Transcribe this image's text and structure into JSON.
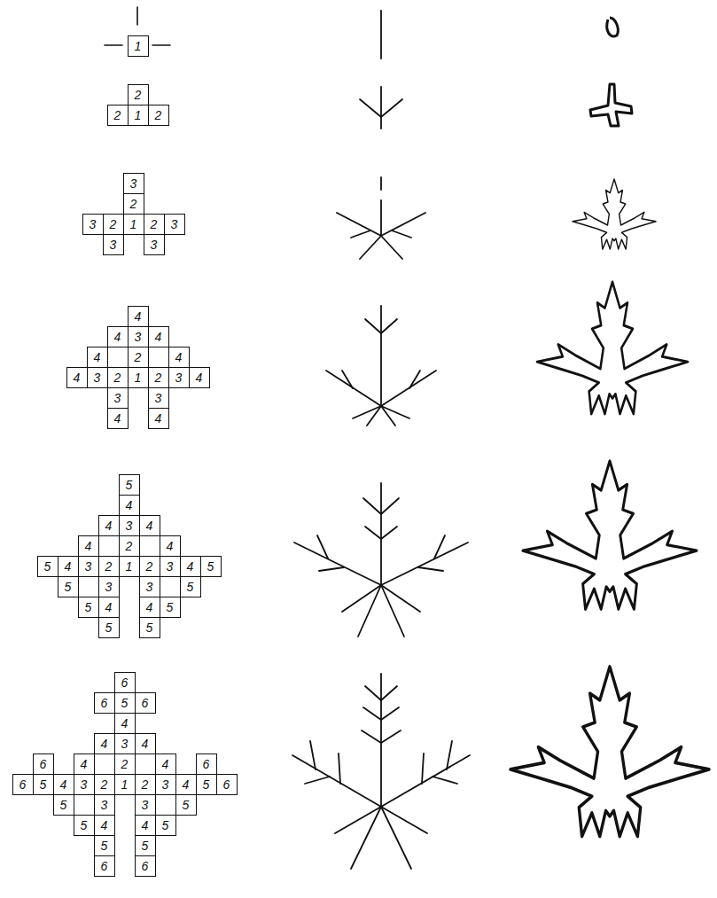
{
  "diagram": {
    "nodes": [
      {
        "text": [
          "1"
        ]
      },
      {
        "text": [
          "2"
        ]
      },
      {
        "text": [
          "2"
        ]
      },
      {
        "text": [
          "1"
        ]
      },
      {
        "text": [
          "2"
        ]
      },
      {
        "text": [
          "3"
        ]
      },
      {
        "text": [
          "2"
        ]
      },
      {
        "text": [
          "3"
        ]
      },
      {
        "text": [
          "2"
        ]
      },
      {
        "text": [
          "1"
        ]
      },
      {
        "text": [
          "2"
        ]
      },
      {
        "text": [
          "3"
        ]
      },
      {
        "text": [
          "3"
        ]
      },
      {
        "text": [
          "3"
        ]
      },
      {
        "text": [
          "4"
        ]
      },
      {
        "text": [
          "4"
        ]
      },
      {
        "text": [
          "3"
        ]
      },
      {
        "text": [
          "4"
        ]
      },
      {
        "text": [
          "4"
        ]
      },
      {
        "text": [
          "2"
        ]
      },
      {
        "text": [
          "4"
        ]
      },
      {
        "text": [
          "4"
        ]
      },
      {
        "text": [
          "3"
        ]
      },
      {
        "text": [
          "2"
        ]
      },
      {
        "text": [
          "1"
        ]
      },
      {
        "text": [
          "2"
        ]
      },
      {
        "text": [
          "3"
        ]
      },
      {
        "text": [
          "4"
        ]
      },
      {
        "text": [
          "3"
        ]
      },
      {
        "text": [
          "3"
        ]
      },
      {
        "text": [
          "4"
        ]
      },
      {
        "text": [
          "4"
        ]
      },
      {
        "text": [
          "5"
        ]
      },
      {
        "text": [
          "4"
        ]
      },
      {
        "text": [
          "4"
        ]
      },
      {
        "text": [
          "3"
        ]
      },
      {
        "text": [
          "4"
        ]
      },
      {
        "text": [
          "4"
        ]
      },
      {
        "text": [
          "2"
        ]
      },
      {
        "text": [
          "4"
        ]
      },
      {
        "text": [
          "5"
        ]
      },
      {
        "text": [
          "4"
        ]
      },
      {
        "text": [
          "3"
        ]
      },
      {
        "text": [
          "2"
        ]
      },
      {
        "text": [
          "1"
        ]
      },
      {
        "text": [
          "2"
        ]
      },
      {
        "text": [
          "3"
        ]
      },
      {
        "text": [
          "4"
        ]
      },
      {
        "text": [
          "5"
        ]
      },
      {
        "text": [
          "5"
        ]
      },
      {
        "text": [
          "3"
        ]
      },
      {
        "text": [
          "3"
        ]
      },
      {
        "text": [
          "5"
        ]
      },
      {
        "text": [
          "5"
        ]
      },
      {
        "text": [
          "4"
        ]
      },
      {
        "text": [
          "4"
        ]
      },
      {
        "text": [
          "5"
        ]
      },
      {
        "text": [
          "5"
        ]
      },
      {
        "text": [
          "5"
        ]
      },
      {
        "text": [
          "6"
        ]
      },
      {
        "text": [
          "6"
        ]
      },
      {
        "text": [
          "5"
        ]
      },
      {
        "text": [
          "6"
        ]
      },
      {
        "text": [
          "4"
        ]
      },
      {
        "text": [
          "4"
        ]
      },
      {
        "text": [
          "3"
        ]
      },
      {
        "text": [
          "4"
        ]
      },
      {
        "text": [
          "6"
        ]
      },
      {
        "text": [
          "4"
        ]
      },
      {
        "text": [
          "2"
        ]
      },
      {
        "text": [
          "4"
        ]
      },
      {
        "text": [
          "6"
        ]
      },
      {
        "text": [
          "6"
        ]
      },
      {
        "text": [
          "5"
        ]
      },
      {
        "text": [
          "4"
        ]
      },
      {
        "text": [
          "3"
        ]
      },
      {
        "text": [
          "2"
        ]
      },
      {
        "text": [
          "1"
        ]
      },
      {
        "text": [
          "2"
        ]
      },
      {
        "text": [
          "3"
        ]
      },
      {
        "text": [
          "4"
        ]
      },
      {
        "text": [
          "5"
        ]
      },
      {
        "text": [
          "6"
        ]
      },
      {
        "text": [
          "5"
        ]
      },
      {
        "text": [
          "3"
        ]
      },
      {
        "text": [
          "3"
        ]
      },
      {
        "text": [
          "5"
        ]
      },
      {
        "text": [
          "5"
        ]
      },
      {
        "text": [
          "4"
        ]
      },
      {
        "text": [
          "4"
        ]
      },
      {
        "text": [
          "5"
        ]
      },
      {
        "text": [
          "5"
        ]
      },
      {
        "text": [
          "5"
        ]
      },
      {
        "text": [
          "6"
        ]
      },
      {
        "text": [
          "6"
        ]
      }
    ]
  }
}
